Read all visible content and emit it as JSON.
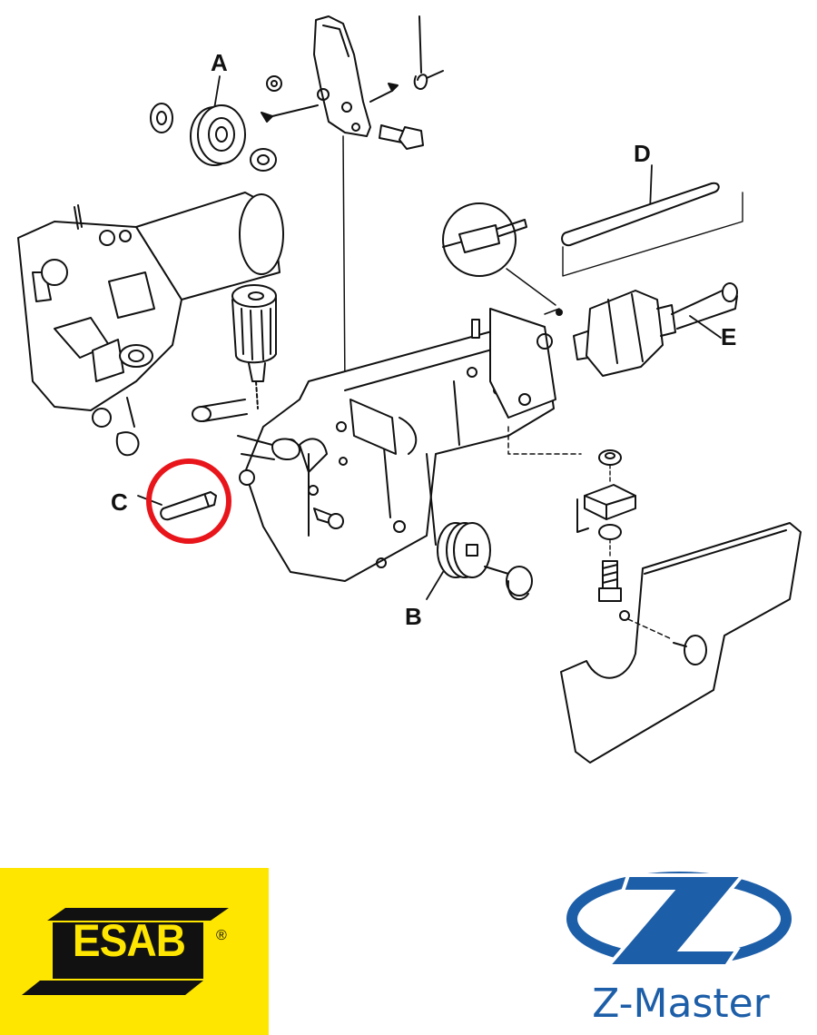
{
  "labels": {
    "a": "A",
    "b": "B",
    "c": "C",
    "d": "D",
    "e": "E"
  },
  "logos": {
    "esab": {
      "text": "ESAB",
      "registered": "®",
      "background_color": "#ffe600",
      "text_color": "#111111"
    },
    "zmaster": {
      "text": "Z-Master",
      "color": "#1d5ea8"
    }
  },
  "highlight": {
    "target": "C",
    "color": "#e8151b"
  }
}
